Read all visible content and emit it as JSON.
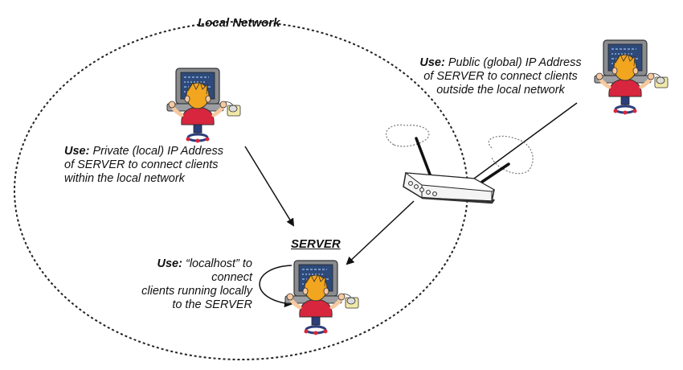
{
  "title": "Local Network",
  "server_label": "SERVER",
  "labels": {
    "public": {
      "use": "Use:",
      "line1": "Public (global) IP Address",
      "line2": "of SERVER to connect clients",
      "line3": "outside the local network"
    },
    "private": {
      "use": "Use:",
      "line1": "Private (local) IP Address",
      "line2": "of SERVER to connect clients",
      "line3": "within the local network"
    },
    "localhost": {
      "use": "Use:",
      "line1": "“localhost” to connect",
      "line2": "clients running locally",
      "line3": "to the SERVER"
    }
  },
  "icons": [
    "computer-user-icon",
    "router-icon"
  ],
  "colors": {
    "monitor": "#8a8c90",
    "screen": "#2e4a7a",
    "hair": "#f2a51e",
    "shirt": "#d7263d",
    "skin": "#f6c9a0",
    "mouse_pad": "#f1e9a8"
  }
}
